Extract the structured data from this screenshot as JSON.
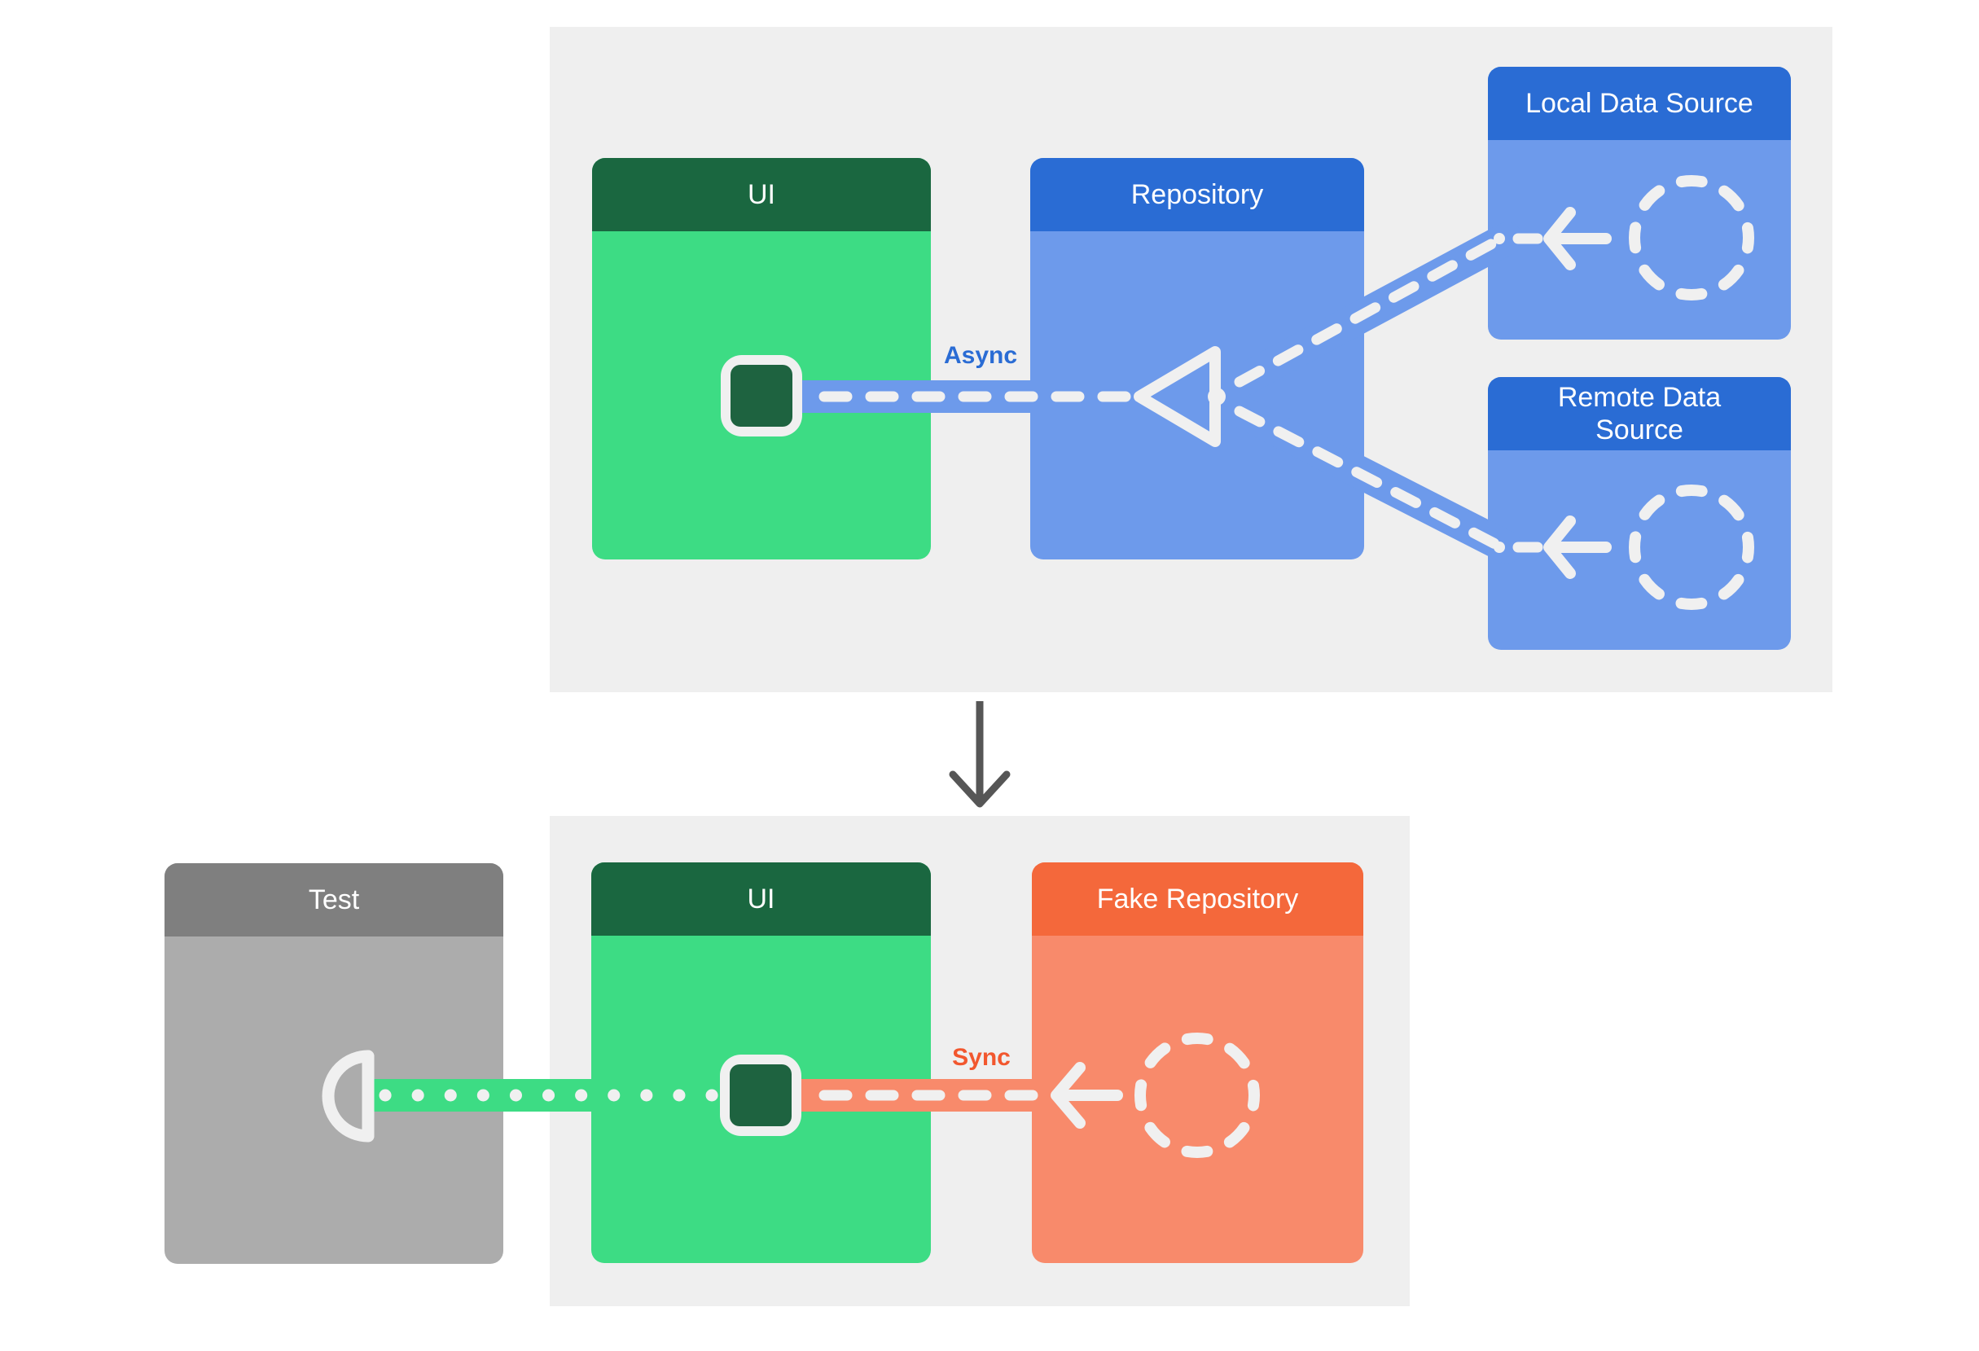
{
  "colors": {
    "page_bg": "#ffffff",
    "panel_bg": "#efefef",
    "green_header": "#1a6740",
    "green_body": "#3ddc84",
    "chip_green": "#1e6340",
    "blue_header": "#2a6cd4",
    "blue_body": "#6d9aeb",
    "gray_header": "#7f7f7f",
    "gray_body": "#acacac",
    "orange_header": "#f4683b",
    "orange_body": "#f88a6b",
    "shape_white": "#f0f0f0",
    "async_label_color": "#2a6cd4",
    "sync_label_color": "#f2572e",
    "flow_arrow_color": "#565656"
  },
  "top_diagram": {
    "ui_box": {
      "title": "UI"
    },
    "repository_box": {
      "title": "Repository"
    },
    "local_data_source_box": {
      "title": "Local Data Source"
    },
    "remote_data_source_box": {
      "title": "Remote Data Source"
    },
    "async_label": "Async"
  },
  "bottom_diagram": {
    "test_box": {
      "title": "Test"
    },
    "ui_box": {
      "title": "UI"
    },
    "fake_repository_box": {
      "title": "Fake Repository"
    },
    "sync_label": "Sync"
  },
  "icons": {
    "dashed_circle": "dashed-circle-icon",
    "left_arrow": "left-arrow-icon",
    "merge_triangle": "triangle-merge-icon",
    "phone_chip": "phone-chip-icon",
    "test_socket": "socket-icon",
    "flow_down_arrow": "down-arrow-icon"
  }
}
